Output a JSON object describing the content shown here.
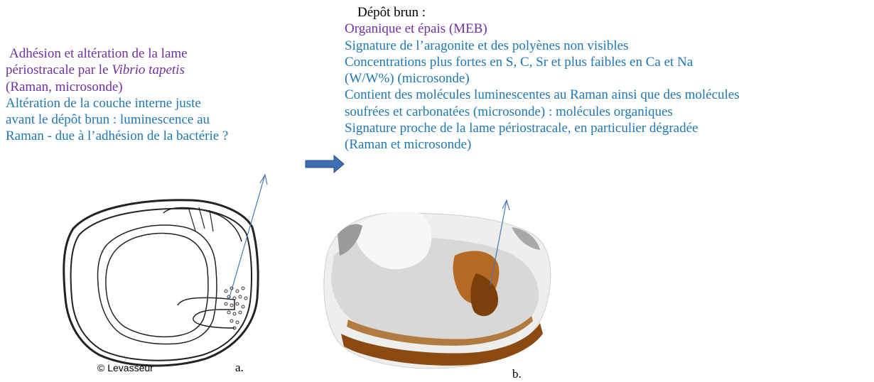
{
  "left_panel": {
    "lines": [
      {
        "text": "Adhésion et altération de la lame",
        "class": "purple"
      },
      {
        "text": "périostracale par le ",
        "italic": "Vibrio tapetis",
        "class": "purple"
      },
      {
        "text": "(Raman, microsonde)",
        "class": "purple"
      },
      {
        "text": "Altération de la couche interne juste",
        "class": "blue"
      },
      {
        "text": "avant le dépôt brun : luminescence au",
        "class": "blue"
      },
      {
        "text": "Raman - due à l’adhésion de la bactérie ?",
        "class": "blue"
      }
    ]
  },
  "right_panel": {
    "heading": "Dépôt brun :",
    "lines": [
      {
        "text": "Organique et épais (MEB)",
        "class": "purple"
      },
      {
        "text": "Signature de l’aragonite et des polyènes non visibles",
        "class": "blue"
      },
      {
        "text": "Concentrations plus fortes en S, C, Sr et plus faibles en Ca et Na",
        "class": "blue"
      },
      {
        "text": "(W/W%) (microsonde)",
        "class": "blue"
      },
      {
        "text": "Contient des molécules luminescentes au Raman ainsi que des molécules",
        "class": "blue"
      },
      {
        "text": "soufrées et carbonatées (microsonde) : molécules organiques",
        "class": "blue"
      },
      {
        "text": "Signature  proche de la lame périostracale, en particulier dégradée",
        "class": "blue"
      },
      {
        "text": "(Raman et microsonde)",
        "class": "blue"
      }
    ]
  },
  "captions": {
    "copyright": "© Levasseur",
    "label_a": "a.",
    "label_b": "b."
  },
  "colors": {
    "purple": "#7030a0",
    "blue": "#1f78b4",
    "arrow_fill": "#3f6fb0",
    "brown_deposit": "#8a4a12"
  }
}
